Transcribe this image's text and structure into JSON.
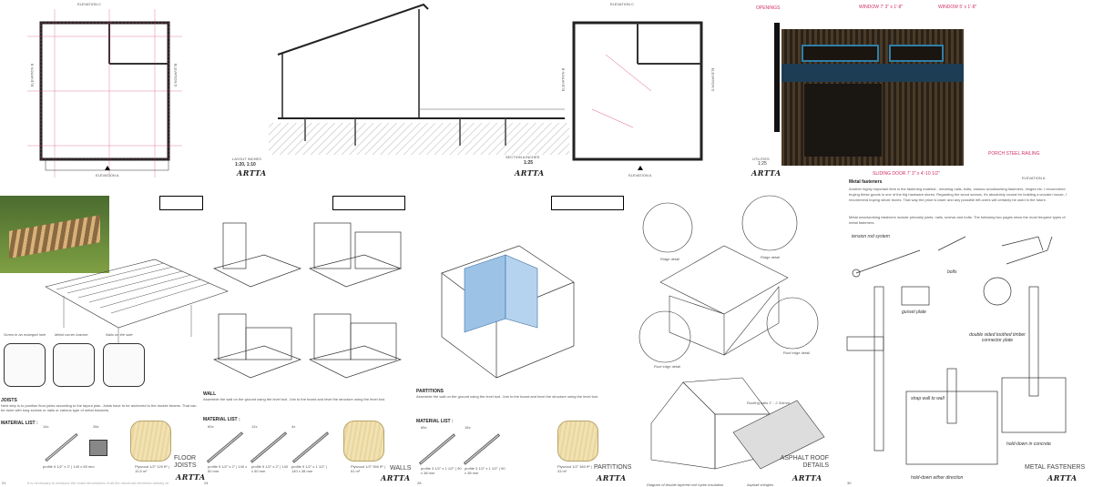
{
  "plan1": {
    "elevation_top": "ELEVATION C",
    "elevation_left": "ELEVATION B",
    "elevation_right": "ELEVATION D",
    "elevation_bottom": "ELEVATION A",
    "scale_label": "LAYOUT INCHES",
    "scale": "1:20, 1:10"
  },
  "section": {
    "title": "SECTION A INCHES",
    "scale": "1:25"
  },
  "plan2": {
    "elevation_top": "ELEVATION C",
    "elevation_left": "ELEVATION B",
    "elevation_right": "ELEVATION D",
    "elevation_bottom": "ELEVATION A"
  },
  "elevation": {
    "openings": "OPENINGS",
    "window1": "WINDOW 7' 3\" x 1'-8\"",
    "window2": "WINDOW 5' x 1'-8\"",
    "door": "SLIDING DOOR 7' 3\" x 4'-10 1/2\"",
    "railing": "PORCH STEEL RAILING",
    "label": "ELEVATION A",
    "scale_label": "UTILITIES",
    "scale": "1:25"
  },
  "joists": {
    "details": [
      "Screw in an enlarged hole",
      "Metal corner bracket",
      "Nails on the side"
    ],
    "heading": "JOISTS",
    "body": "Next step is to position floor joists according to the layout plan. Joists have to be anchored to the double beams. That can be done with long screws or nails or various type of metal brackets.",
    "material_label": "MATERIAL LIST :",
    "items": [
      {
        "qty": "14x",
        "desc": "profile 5 1/2\" x 2\" | 140 x 50 mm"
      },
      {
        "qty": "28x",
        "desc": ""
      },
      {
        "qty": "",
        "desc": "Plywood 1/2\" 120 ft² | 10,5 m²"
      }
    ],
    "title": "FLOOR JOISTS",
    "page": "21"
  },
  "walls": {
    "heading": "WALL",
    "body": "Assemble the wall on the ground using the level tool. Join to the board and level the structure using the level tool.",
    "material_label": "MATERIAL LIST :",
    "items": [
      {
        "qty": "60x",
        "desc": "profile 5 1/2\" x 2\" | 140 x 50 mm"
      },
      {
        "qty": "12x",
        "desc": "profile 5 1/2\" x 2\" | 140 x 50 mm"
      },
      {
        "qty": "4x",
        "desc": "profile 5 1/2\" x 1 1/2\" | 140 x 38 mm"
      },
      {
        "qty": "",
        "desc": "Plywood 1/2\" 550 ft² | 51 m²"
      }
    ],
    "title": "WALLS",
    "page": "24"
  },
  "partitions": {
    "heading": "PARTITIONS",
    "body": "Assemble the wall on the ground using the level tool. Join to the board and level the structure using the level tool.",
    "material_label": "MATERIAL LIST :",
    "items": [
      {
        "qty": "65x",
        "desc": "profile 3 1/2\" x 1 1/2\" | 90 x 38 mm"
      },
      {
        "qty": "15x",
        "desc": "profile 3 1/2\" x 1 1/2\" | 90 x 38 mm"
      },
      {
        "qty": "",
        "desc": "Plywood 1/2\" 460 ft² | 43 m²"
      }
    ],
    "title": "PARTITIONS",
    "page": "28"
  },
  "roof": {
    "labels": [
      "Ridge detail",
      "Ridge detail",
      "Roof edge detail",
      "Roof edge detail",
      "Roofing nails 1\" - 2 3/4mm"
    ],
    "diagram_caption": "Diagram of double-layered roof hydro insulation",
    "shingles_caption": "Asphalt shingles",
    "title": "ASPHALT ROOF DETAILS"
  },
  "fasteners": {
    "heading": "Metal fasteners",
    "para1": "Another highly important item is the fastening material - meaning nails, bolts, various woodworking fasteners, hinges etc. I recommend buying these goods in one of the big hardware stores. Regarding the wood screws, it's absolutely crucial for building a wooden house, I recommend buying whole boxes. That way the price is lower and any possible left-overs will certainly be used in the future.",
    "para2": "Metal woodworking fasteners include primarily joints, nails, screws and bolts. The following two pages show the most frequent types of metal fasteners.",
    "items": [
      "tension rod system",
      "bolts",
      "gusset plate",
      "double sided toothed timber connector plate",
      "strap wall to wall",
      "hold-down in concrete",
      "hold-down either direction"
    ],
    "title": "METAL FASTENERS",
    "page": "30"
  },
  "brand": "ARTTA",
  "footer": "It is necessary to measure the exact dimensions of all the structural elements directly at the construction site.",
  "colors": {
    "annotation": "#d0306a",
    "plywood": "#efdfae",
    "panel_blue": "#9cc3e6"
  }
}
